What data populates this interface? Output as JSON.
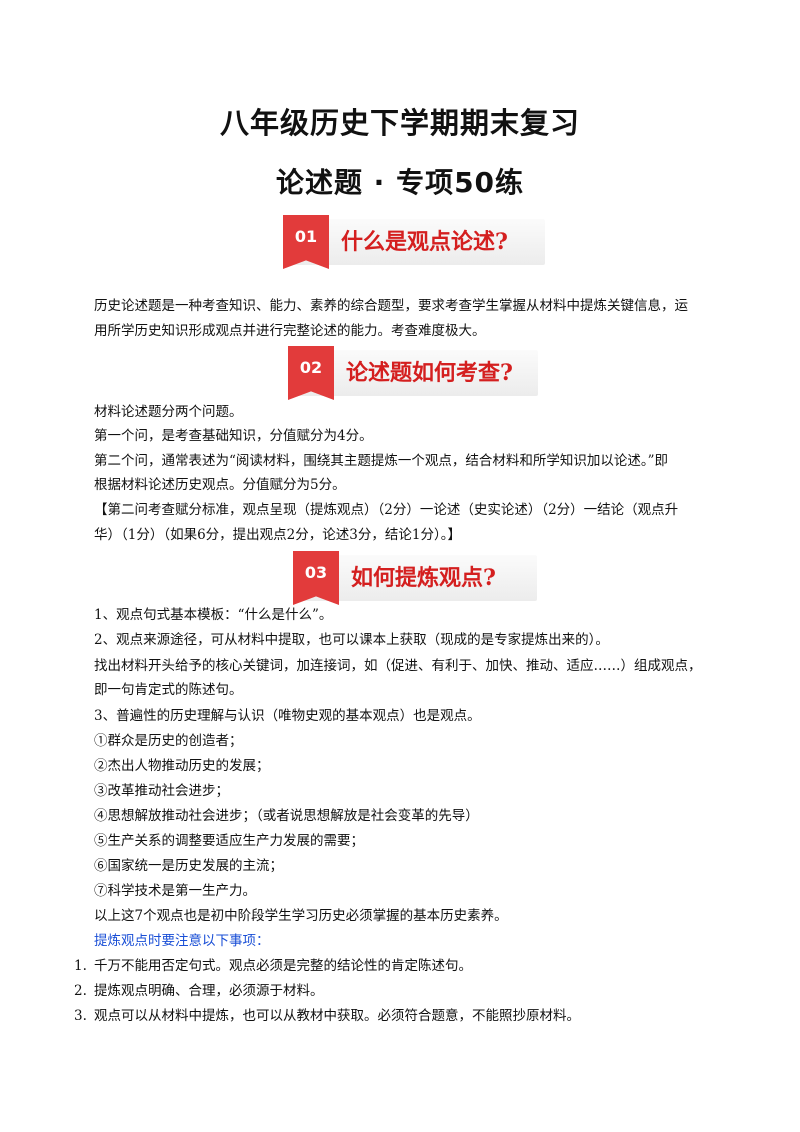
{
  "title": "八年级历史下学期期末复习",
  "subtitle": "论述题 · 专项50练",
  "sections": [
    {
      "number": "01",
      "heading": "什么是观点论述?"
    },
    {
      "number": "02",
      "heading": "论述题如何考查?"
    },
    {
      "number": "03",
      "heading": "如何提炼观点?"
    }
  ],
  "s1": {
    "lines": [
      "历史论述题是一种考查知识、能力、素养的综合题型，要求考查学生掌握从材料中提炼关键信息，运",
      "用所学历史知识形成观点并进行完整论述的能力。考查难度极大。"
    ]
  },
  "s2": {
    "lines": [
      "材料论述题分两个问题。",
      "第一个问，是考查基础知识，分值赋分为4分。",
      "第二个问，通常表述为“阅读材料，围绕其主题提炼一个观点，结合材料和所学知识加以论述。”即",
      "根据材料论述历史观点。分值赋分为5分。",
      "【第二问考查赋分标准，观点呈现（提炼观点）（2分）一论述（史实论述）（2分）一结论（观点升",
      "华）（1分）（如果6分，提出观点2分，论述3分，结论1分）。】"
    ]
  },
  "s3": {
    "lines": [
      "1、观点句式基本模板：“什么是什么”。",
      "2、观点来源途径，可从材料中提取，也可以课本上获取（现成的是专家提炼出来的）。",
      "找出材料开头给予的核心关键词，加连接词，如（促进、有利于、加快、推动、适应……）组成观点，",
      "即一句肯定式的陈述句。",
      "3、普遍性的历史理解与认识（唯物史观的基本观点）也是观点。",
      "①群众是历史的创造者；",
      "②杰出人物推动历史的发展；",
      "③改革推动社会进步；",
      "④思想解放推动社会进步；（或者说思想解放是社会变革的先导）",
      "⑤生产关系的调整要适应生产力发展的需要；",
      "⑥国家统一是历史发展的主流；",
      "⑦科学技术是第一生产力。",
      "以上这7个观点也是初中阶段学生学习历史必须掌握的基本历史素养。"
    ],
    "note_heading": "提炼观点时要注意以下事项：",
    "notes": [
      {
        "num": "1.",
        "text": "千万不能用否定句式。观点必须是完整的结论性的肯定陈述句。"
      },
      {
        "num": "2.",
        "text": "提炼观点明确、合理，必须源于材料。"
      },
      {
        "num": "3.",
        "text": "观点可以从材料中提炼，也可以从教材中获取。必须符合题意，不能照抄原材料。"
      }
    ]
  },
  "colors": {
    "accent_red": "#e23b3b",
    "heading_red": "#d41f1f",
    "note_blue": "#1a4fd6"
  }
}
